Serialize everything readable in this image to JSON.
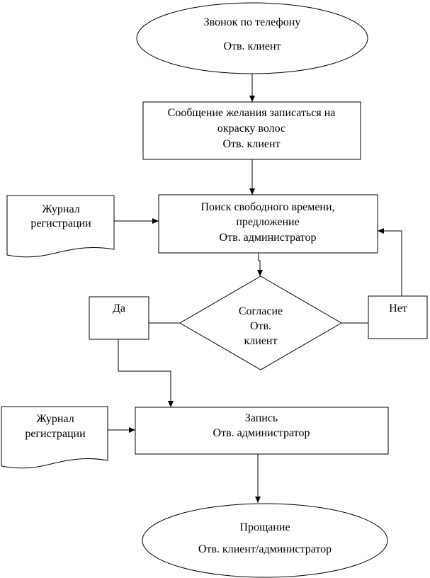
{
  "nodes": {
    "start": {
      "line1": "Звонок по телефону",
      "line2": "Отв. клиент"
    },
    "request": {
      "line1": "Сообщение желания записаться на",
      "line2": "окраску волос",
      "line3": "Отв. клиент"
    },
    "journal_top": {
      "line1": "Журнал",
      "line2": "регистрации"
    },
    "search": {
      "line1": "Поиск свободного времени,",
      "line2": "предложение",
      "line3": "Отв. администратор"
    },
    "decision": {
      "line1": "Согласие",
      "line2": "Отв.",
      "line3": "клиент"
    },
    "yes": {
      "label": "Да"
    },
    "no": {
      "label": "Нет"
    },
    "journal_bottom": {
      "line1": "Журнал",
      "line2": "регистрации"
    },
    "record": {
      "line1": "Запись",
      "line2": "Отв. администратор"
    },
    "end": {
      "line1": "Прощание",
      "line2": "Отв. клиент/администратор"
    }
  }
}
